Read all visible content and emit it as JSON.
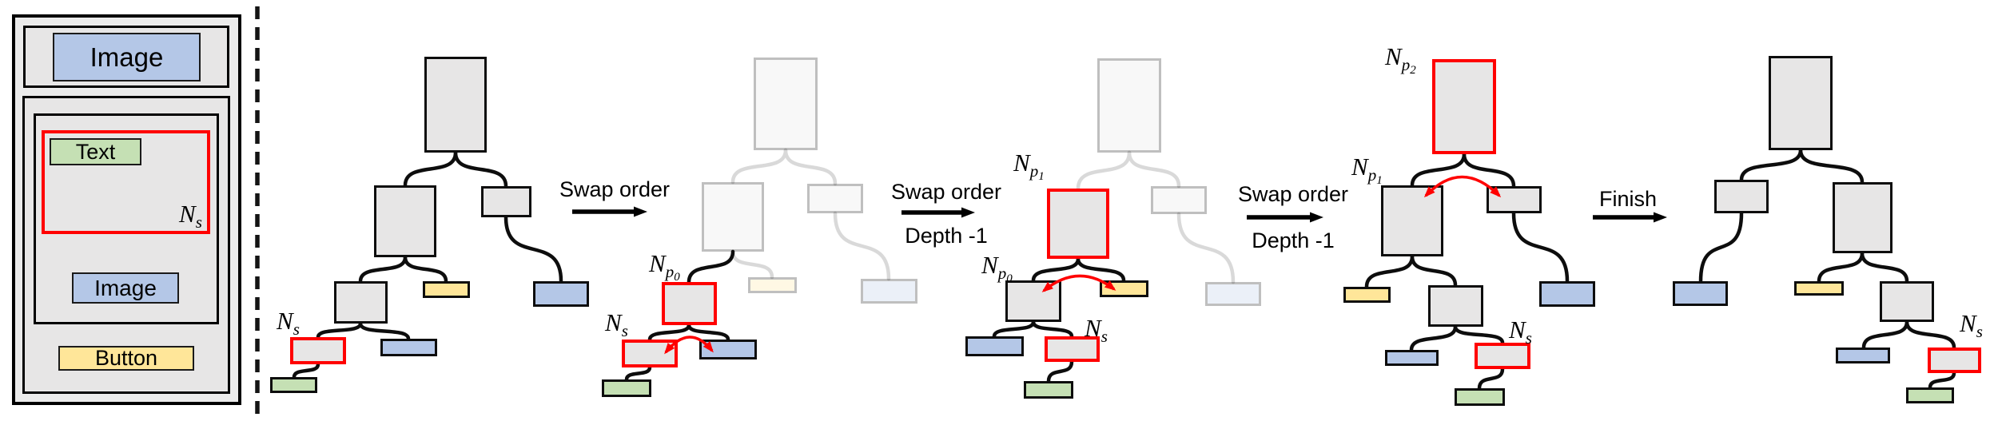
{
  "colors": {
    "node_fill_gray": "#e7e6e6",
    "node_border_black": "#0d0d0d",
    "image_blue": "#b4c7e7",
    "text_green": "#c5e0b4",
    "button_yellow": "#ffe699",
    "highlight_red": "#ff0000",
    "faded_edge_gray": "#d9d9d9",
    "panel_bg_gray": "#ebebeb"
  },
  "left_panel": {
    "image_top_label": "Image",
    "text_label": "Text",
    "image_mid_label": "Image",
    "button_label": "Button"
  },
  "math_labels": {
    "ns": {
      "base": "N",
      "sub": "s",
      "subsub": ""
    },
    "np0": {
      "base": "N",
      "sub": "p",
      "subsub": "0"
    },
    "np1": {
      "base": "N",
      "sub": "p",
      "subsub": "1"
    },
    "np2": {
      "base": "N",
      "sub": "p",
      "subsub": "2"
    }
  },
  "transitions": {
    "t1": {
      "label": "Swap order",
      "sublabel": ""
    },
    "t2": {
      "label": "Swap order",
      "sublabel": "Depth -1"
    },
    "t3": {
      "label": "Swap order",
      "sublabel": "Depth -1"
    },
    "t4": {
      "label": "Finish",
      "sublabel": ""
    }
  }
}
